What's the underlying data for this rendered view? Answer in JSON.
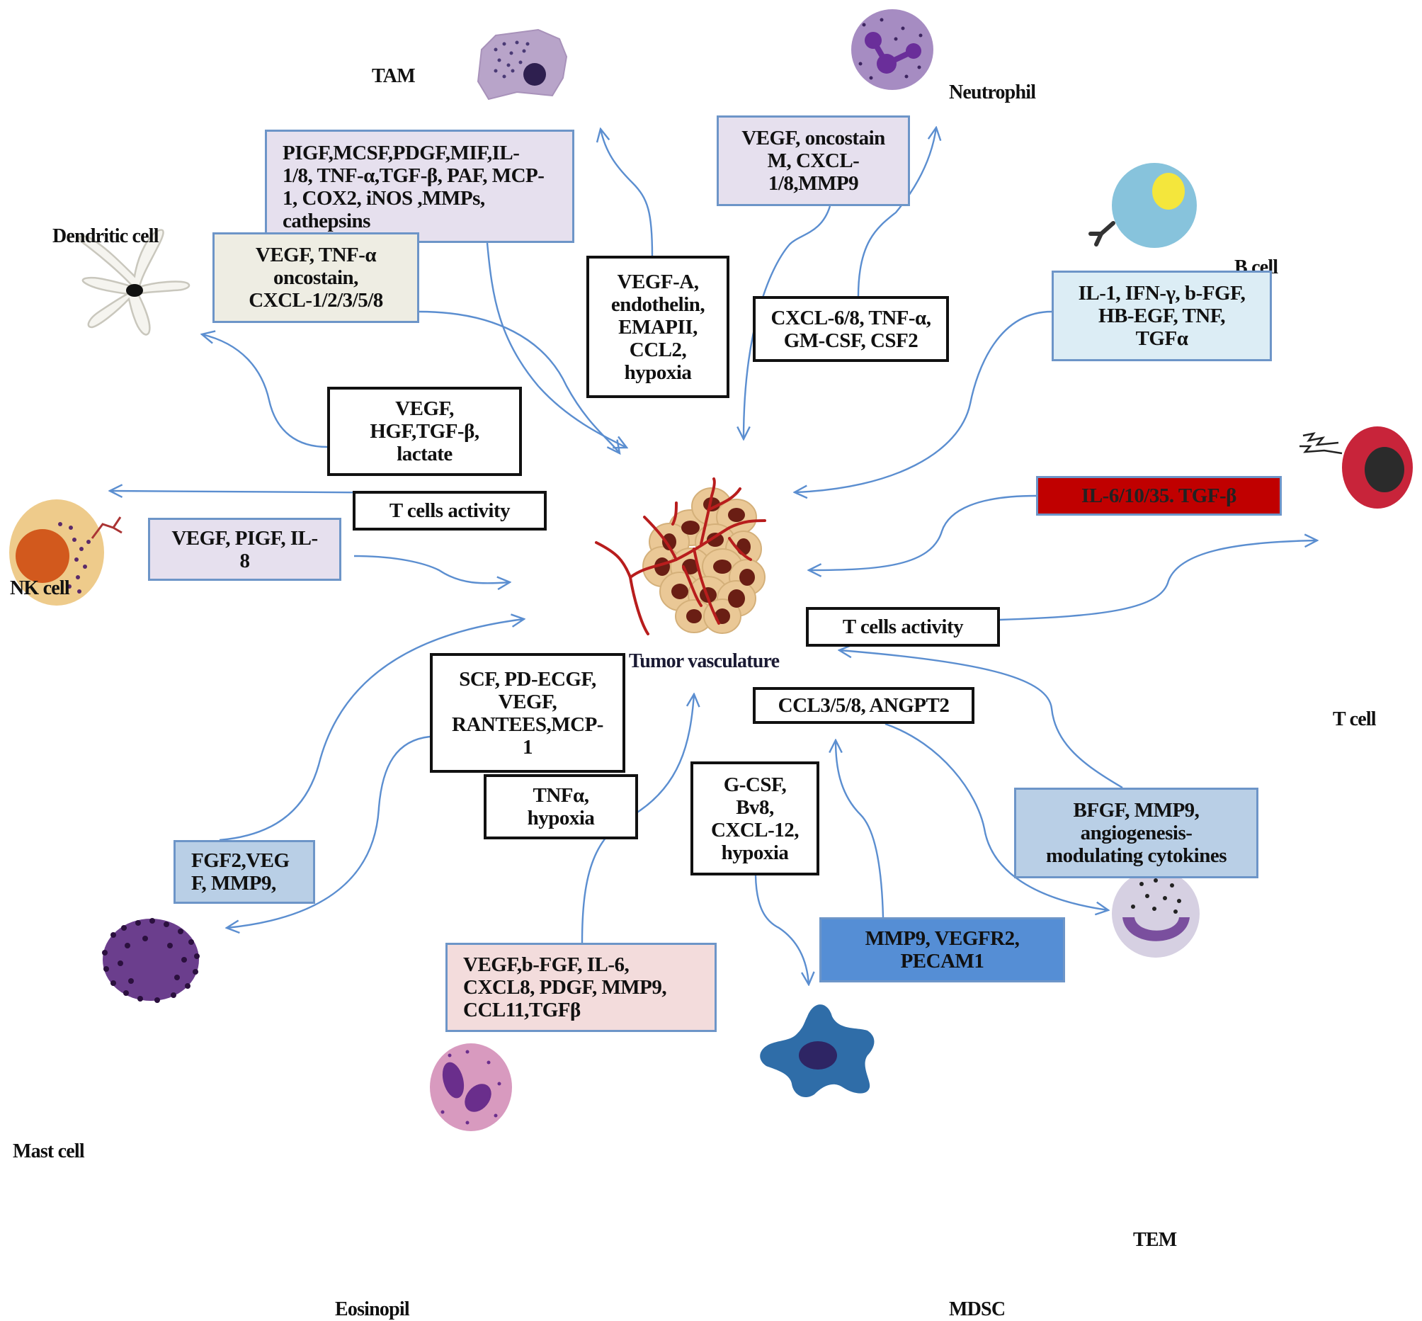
{
  "center": {
    "label": "Tumor vasculature"
  },
  "colors": {
    "arrow": "#5b8ed0",
    "lavender_box": "#e6e0ee",
    "beige_box": "#eeede3",
    "light_blue_box": "#dcedf5",
    "red_box": "#c00000",
    "steel_blue_box": "#b9cfe6",
    "medium_blue_box": "#558ed5",
    "pink_box": "#f3dcdc",
    "white_box": "#ffffff"
  },
  "cells": [
    {
      "id": "tam",
      "label": "TAM"
    },
    {
      "id": "neutrophil",
      "label": "Neutrophil"
    },
    {
      "id": "dendritic",
      "label": "Dendritic cell"
    },
    {
      "id": "bcell",
      "label": "B cell"
    },
    {
      "id": "nkcell",
      "label": "NK cell"
    },
    {
      "id": "tcell",
      "label": "T cell"
    },
    {
      "id": "mastcell",
      "label": "Mast cell"
    },
    {
      "id": "eosinophil",
      "label": "Eosinopil"
    },
    {
      "id": "mdsc",
      "label": "MDSC"
    },
    {
      "id": "tem",
      "label": "TEM"
    }
  ],
  "boxes": {
    "tam_factors": "PIGF,MCSF,PDGF,MIF,IL-\n1/8, TNF-α,TGF-β, PAF, MCP-\n1, COX2, iNOS ,MMPs,\ncathepsins",
    "dendritic_factors": "VEGF, TNF-α\noncostain,\nCXCL-1/2/3/5/8",
    "tumor_to_tam": "VEGF-A,\nendothelin,\nEMAPII,\nCCL2,\nhypoxia",
    "neutrophil_factors": "VEGF, oncostain\nM, CXCL-\n1/8,MMP9",
    "tumor_to_neutrophil": "CXCL-6/8, TNF-α,\nGM-CSF, CSF2",
    "bcell_factors": "IL-1, IFN-γ, b-FGF,\nHB-EGF, TNF,\nTGFα",
    "tumor_to_dendritic": "VEGF,\nHGF,TGF-β,\nlactate",
    "nk_t_activity": "T cells  activity",
    "nk_factors": "VEGF, PIGF, IL-\n8",
    "tcell_factors": "IL-6/10/35. TGF-β",
    "tcell_activity": "T cells  activity",
    "tumor_to_mast": "SCF, PD-ECGF,\nVEGF,\nRANTEES,MCP-\n1",
    "tumor_to_eosinophil": "TNFα,\nhypoxia",
    "tumor_to_tem": "CCL3/5/8, ANGPT2",
    "tumor_to_mdsc": "G-CSF,\nBv8,\nCXCL-12,\nhypoxia",
    "tem_factors": "BFGF, MMP9,\nangiogenesis-\nmodulating cytokines",
    "mast_factors": "FGF2,VEG\nF, MMP9,",
    "mdsc_factors": "MMP9, VEGFR2,\nPECAM1",
    "eosinophil_factors": "VEGF,b-FGF, IL-6,\nCXCL8, PDGF, MMP9,\nCCL11,TGFβ"
  }
}
